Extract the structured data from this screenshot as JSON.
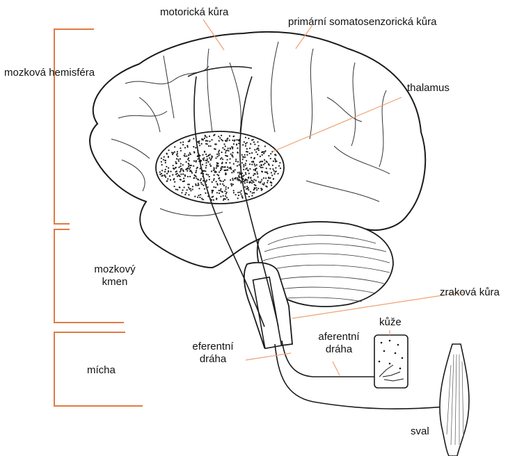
{
  "labels": {
    "motor_cortex": "motorická kůra",
    "somatosensory_cortex": "primární somatosenzorická kůra",
    "thalamus": "thalamus",
    "hemisphere": "mozková hemisféra",
    "brainstem_line1": "mozkový",
    "brainstem_line2": "kmen",
    "visual_cortex": "zraková kůra",
    "skin": "kůže",
    "afferent_line1": "aferentní",
    "afferent_line2": "dráha",
    "efferent_line1": "eferentní",
    "efferent_line2": "dráha",
    "spinal_cord": "mícha",
    "muscle": "sval"
  },
  "colors": {
    "bracket": "#e07a44",
    "leader": "#f0a070",
    "outline": "#1a1a1a",
    "fill": "#ffffff"
  }
}
